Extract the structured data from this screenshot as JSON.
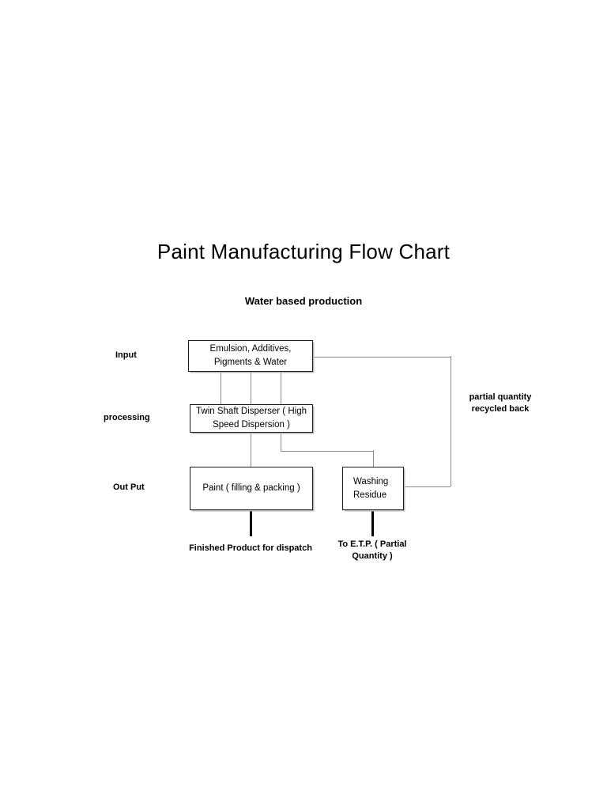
{
  "document": {
    "title": "Paint Manufacturing Flow Chart",
    "subtitle": "Water based production"
  },
  "stage_labels": {
    "input": "Input",
    "processing": "processing",
    "output": "Out Put"
  },
  "nodes": {
    "raw_materials": "Emulsion,  Additives, Pigments & Water",
    "disperser": "Twin Shaft Disperser ( High Speed Dispersion )",
    "paint": "Paint ( filling & packing )",
    "washing_residue": "Washing Residue"
  },
  "annotations": {
    "finished_product": "Finished Product for dispatch",
    "to_etp": "To E.T.P. ( Partial Quantity )",
    "recycled": "partial quantity recycled back"
  },
  "colors": {
    "box_border": "#1a1a1a",
    "connector": "#8a8a8a",
    "stem": "#000000",
    "background": "#ffffff",
    "text": "#000000"
  },
  "chart_data": {
    "type": "flowchart",
    "title": "Paint Manufacturing Flow Chart",
    "subtitle": "Water based production",
    "stages": [
      "Input",
      "processing",
      "Out Put"
    ],
    "nodes": [
      {
        "id": "raw_materials",
        "label": "Emulsion,  Additives, Pigments & Water",
        "stage": "Input"
      },
      {
        "id": "disperser",
        "label": "Twin Shaft Disperser ( High Speed Dispersion )",
        "stage": "processing"
      },
      {
        "id": "paint",
        "label": "Paint ( filling & packing )",
        "stage": "Out Put"
      },
      {
        "id": "washing_residue",
        "label": "Washing Residue",
        "stage": "Out Put"
      }
    ],
    "edges": [
      {
        "from": "raw_materials",
        "to": "disperser",
        "label": ""
      },
      {
        "from": "disperser",
        "to": "paint",
        "label": ""
      },
      {
        "from": "disperser",
        "to": "washing_residue",
        "label": ""
      },
      {
        "from": "paint",
        "to": "finished_product",
        "label": "Finished Product for dispatch"
      },
      {
        "from": "washing_residue",
        "to": "etp",
        "label": "To E.T.P. ( Partial Quantity )"
      },
      {
        "from": "washing_residue",
        "to": "raw_materials",
        "label": "partial quantity recycled back"
      }
    ],
    "terminators": [
      "Finished Product for dispatch",
      "To E.T.P. ( Partial Quantity )"
    ]
  }
}
